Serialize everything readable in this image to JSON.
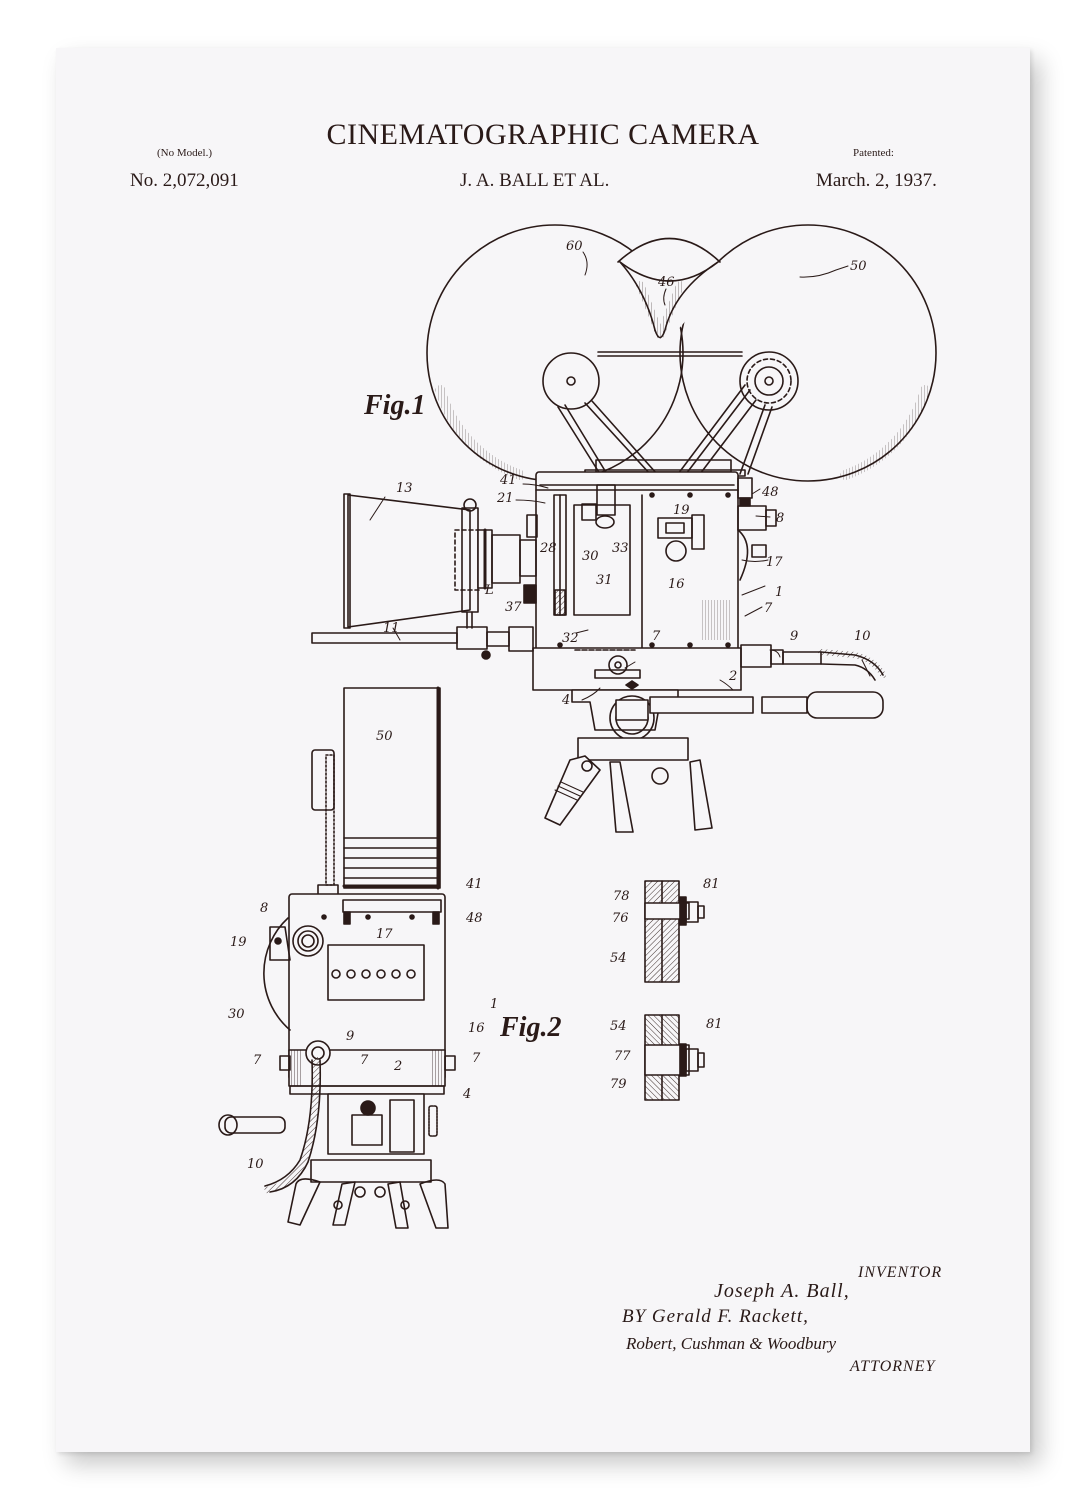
{
  "document": {
    "title": "CINEMATOGRAPHIC CAMERA",
    "no_model": "(No Model.)",
    "patented_label": "Patented:",
    "patent_number": "No. 2,072,091",
    "inventor_short": "J. A. BALL ET AL.",
    "date": "March. 2, 1937."
  },
  "figures": {
    "fig1": {
      "label": "Fig.1",
      "refs": {
        "r60": "60",
        "r46": "46",
        "r50": "50",
        "r13": "13",
        "r41": "41",
        "r21": "21",
        "r48": "48",
        "r8": "8",
        "r19": "19",
        "r33": "33",
        "r28": "28",
        "r30": "30",
        "r31": "31",
        "r16": "16",
        "r17": "17",
        "rL": "L",
        "r37": "37",
        "r1": "1",
        "r7a": "7",
        "r9": "9",
        "r10": "10",
        "r11": "11",
        "r32": "32",
        "r7b": "7",
        "r2": "2",
        "r4": "4"
      }
    },
    "fig2": {
      "label": "Fig.2",
      "refs": {
        "r50": "50",
        "r41": "41",
        "r8": "8",
        "r48": "48",
        "r19": "19",
        "r17": "17",
        "r30": "30",
        "r1": "1",
        "r16": "16",
        "r9": "9",
        "r7a": "7",
        "r7b": "7",
        "r7c": "7",
        "r2": "2",
        "r4": "4",
        "r10": "10"
      }
    },
    "detail": {
      "refs": {
        "r78": "78",
        "r81a": "81",
        "r76": "76",
        "r54a": "54",
        "r54b": "54",
        "r81b": "81",
        "r77": "77",
        "r79": "79"
      }
    }
  },
  "signatures": {
    "inventor_label": "INVENTOR",
    "inventor_name": "Joseph A. Ball,",
    "by_line": "BY Gerald F. Rackett,",
    "attorney_firm": "Robert, Cushman & Woodbury",
    "attorney_label": "ATTORNEY"
  },
  "colors": {
    "ink": "#2a1a18",
    "paper": "#f7f6f8",
    "background": "#ffffff"
  }
}
